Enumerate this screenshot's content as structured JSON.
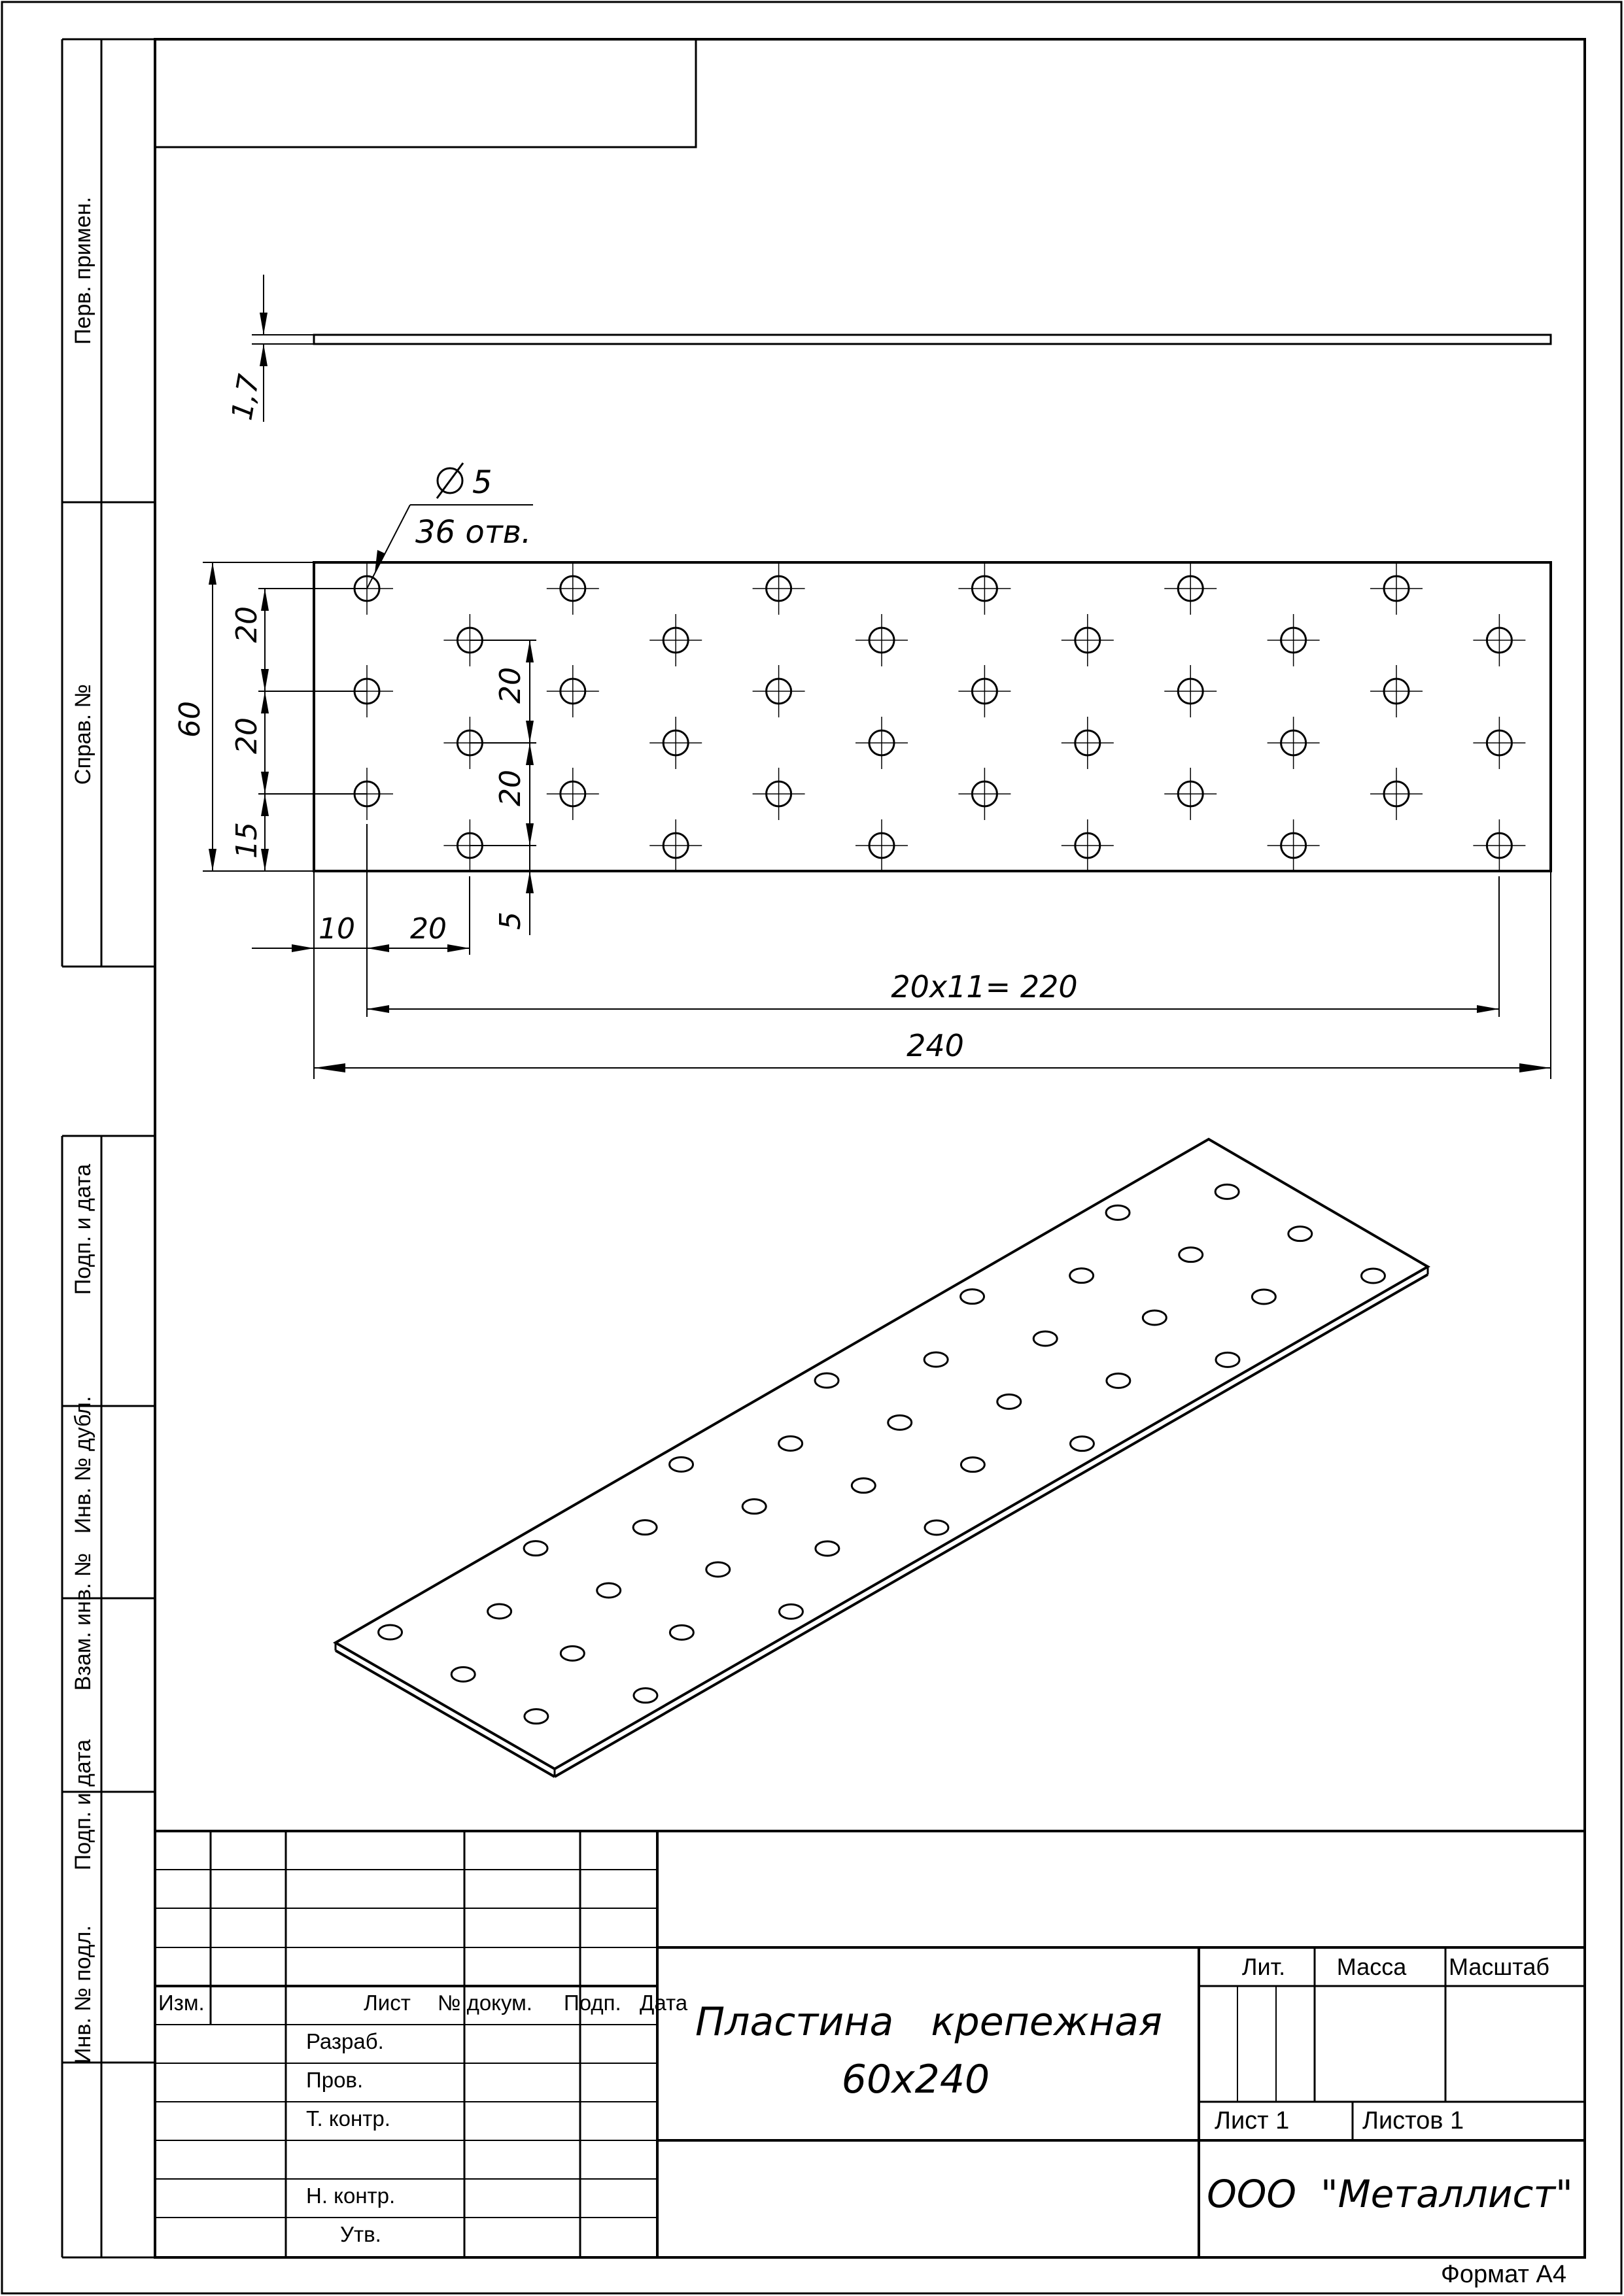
{
  "side_labels": {
    "perv_primen": "Перв. примен.",
    "sprav_no": "Справ. №",
    "podp_data_1": "Подп. и дата",
    "inv_dubl": "Инв. № дубл.",
    "vzam_inv": "Взам. инв. №",
    "podp_data_2": "Подп. и дата",
    "inv_podl": "Инв. № подл."
  },
  "dimensions": {
    "thickness": "1,7",
    "hole_diameter": "5",
    "hole_count": "36 отв.",
    "height": "60",
    "pitch_v1": "20",
    "pitch_v2": "20",
    "edge_bottom": "15",
    "pitch_v3": "20",
    "pitch_v4": "20",
    "offset_bottom": "5",
    "edge_left": "10",
    "pitch_h": "20",
    "span": "20x11= 220",
    "length": "240"
  },
  "title_block": {
    "col_izm": "Изм.",
    "col_list": "Лист",
    "col_dokum": "№ докум.",
    "col_podp": "Подп.",
    "col_data": "Дата",
    "razrab": "Разраб.",
    "prov": "Пров.",
    "t_kontr": "Т. контр.",
    "n_kontr": "Н. контр.",
    "utv": "Утв.",
    "title_line1": "Пластина   крепежная",
    "title_line2": "60х240",
    "lit": "Лит.",
    "massa": "Масса",
    "masshtab": "Масштаб",
    "sheet": "Лист 1",
    "sheets": "Листов 1",
    "company": "ООО  \"Металлист\""
  },
  "format_label": "Формат А4"
}
